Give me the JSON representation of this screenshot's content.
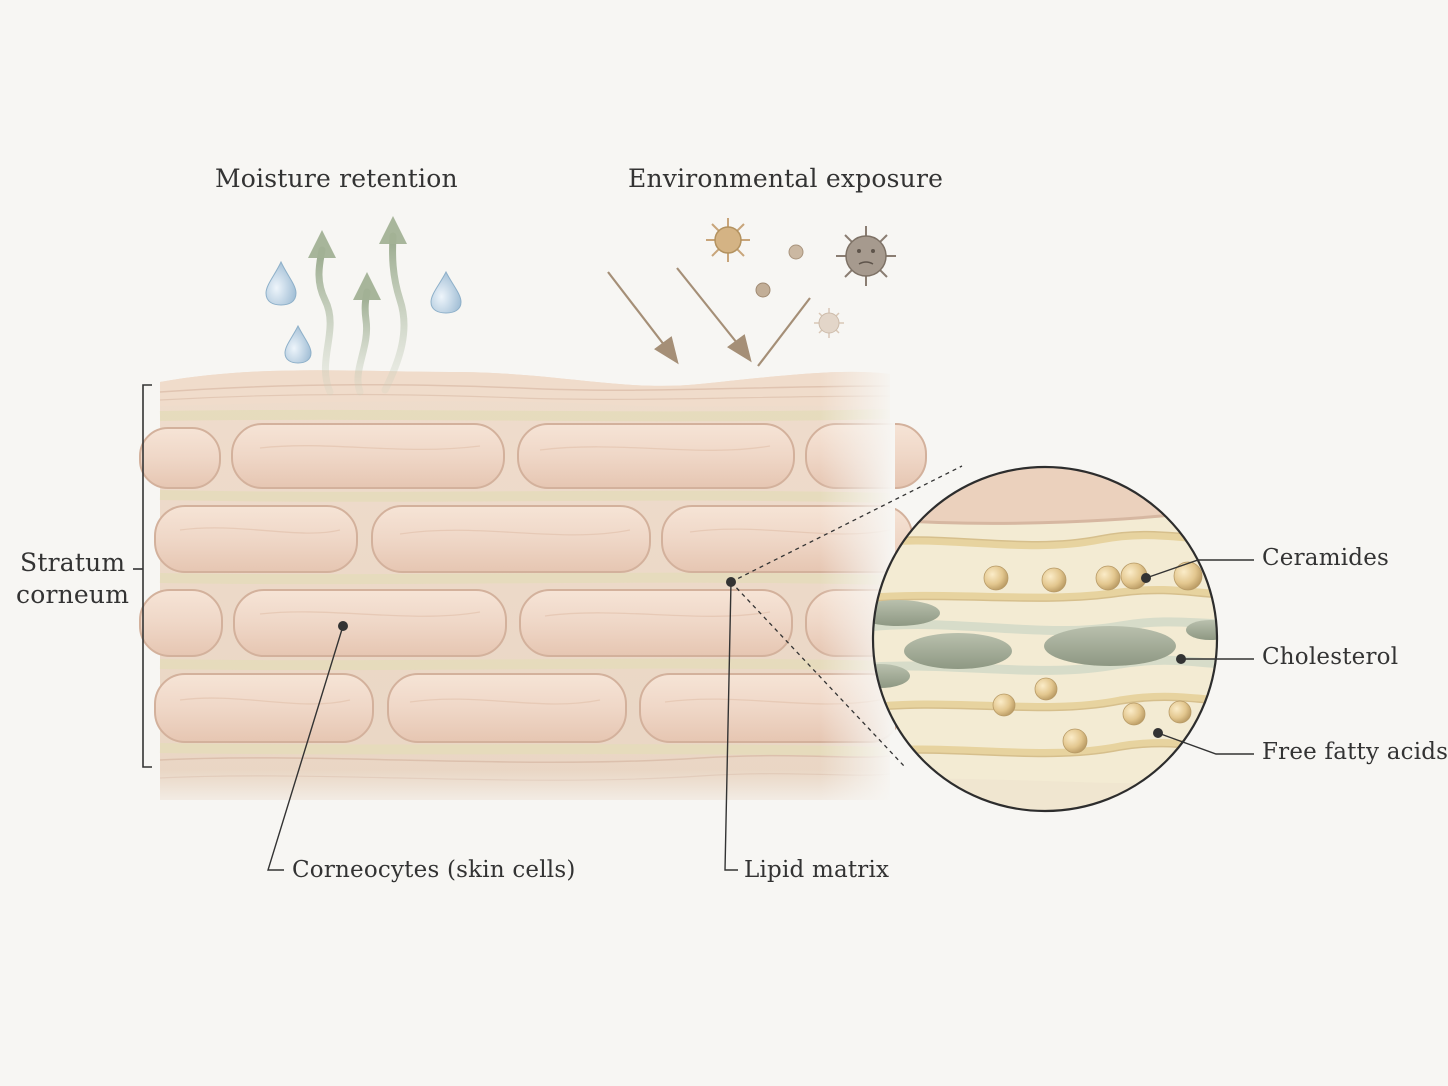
{
  "labels": {
    "moisture": "Moisture retention",
    "environment": "Environmental exposure",
    "stratum_line1": "Stratum",
    "stratum_line2": "corneum",
    "corneocytes": "Corneocytes (skin cells)",
    "lipid_matrix": "Lipid matrix",
    "ceramides": "Ceramides",
    "cholesterol": "Cholesterol",
    "fatty_acids": "Free fatty acids"
  },
  "colors": {
    "background": "#f7f6f3",
    "cell_fill": "#efd6c6",
    "cell_edge": "#d9b8a4",
    "lipid": "#efe3c2",
    "cholesterol": "#9fa893",
    "droplet": "#a9c6dc",
    "arrow_green": "#a7b39a",
    "arrow_tan": "#a5917a",
    "leader": "#333333"
  },
  "icons": [
    "water-droplet-icon",
    "vapor-arrow-icon",
    "uv-ray-icon",
    "pollen-icon",
    "virus-icon",
    "dust-particle-icon"
  ]
}
